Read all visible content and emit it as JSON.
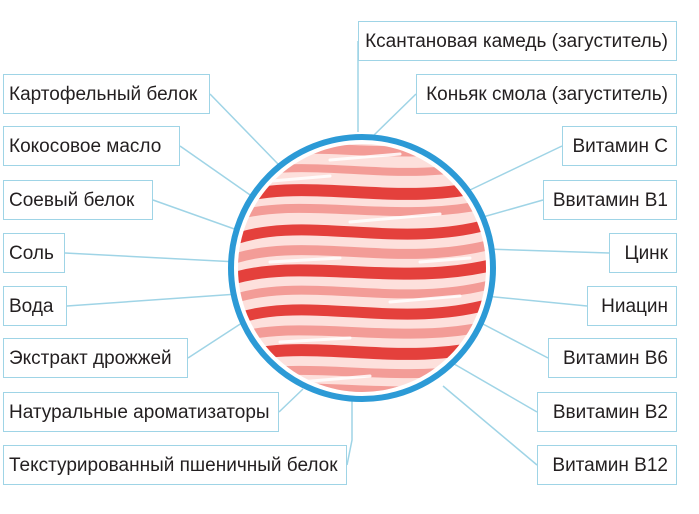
{
  "colors": {
    "connector": "#9fd4e6",
    "box_border": "#9fd4e6",
    "ring": "#2c9ad6",
    "text": "#231f20",
    "meat_light": "#fde0dc",
    "meat_pink": "#f39c97",
    "meat_red": "#e4403c"
  },
  "labels_left": [
    "Картофельный белок",
    "Кокосовое масло",
    "Соевый белок",
    "Соль",
    "Вода",
    "Экстракт дрожжей",
    "Натуральные ароматизаторы",
    "Текстурированный пшеничный белок"
  ],
  "labels_right": [
    "Ксантановая камедь (загуститель)",
    "Коньяк смола (загуститель)",
    "Витамин С",
    "Ввитамин В1",
    "Цинк",
    "Ниацин",
    "Витамин В6",
    "Ввитамин В2",
    "Витамин В12"
  ]
}
